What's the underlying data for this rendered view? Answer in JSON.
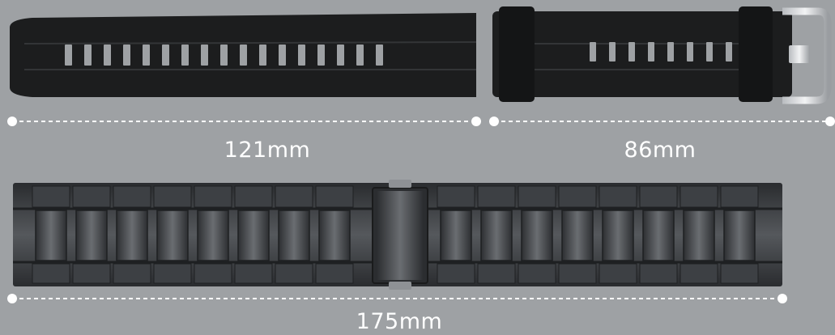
{
  "measurements": {
    "silicone_long": "121mm",
    "silicone_short": "86mm",
    "metal_total": "175mm"
  },
  "colors": {
    "background": "#9ea1a4",
    "silicone": "#1c1d1e",
    "metal": "#3a3d40",
    "guide_line": "#ffffff"
  }
}
